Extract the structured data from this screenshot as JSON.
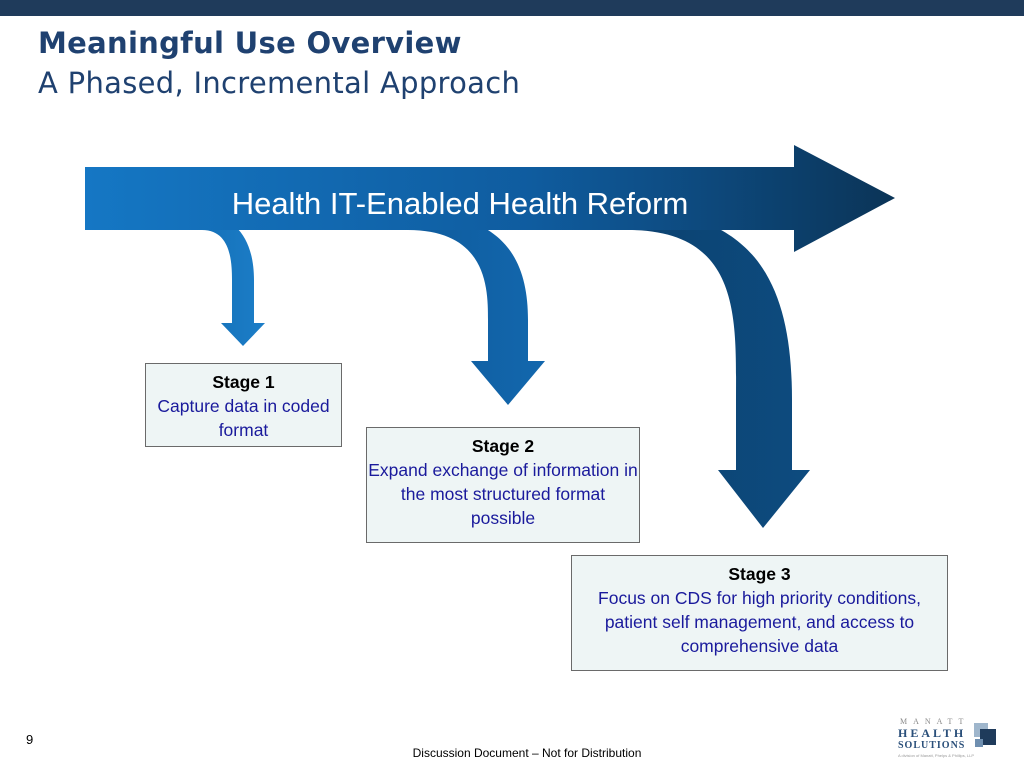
{
  "slide": {
    "title": "Meaningful Use Overview",
    "subtitle": "A Phased, Incremental Approach",
    "banner": "Health IT-Enabled Health Reform",
    "page_number": "9",
    "footer": "Discussion Document – Not for Distribution"
  },
  "stages": [
    {
      "name": "Stage 1",
      "description": "Capture data in coded format"
    },
    {
      "name": "Stage 2",
      "description": "Expand exchange of information in the most structured format possible"
    },
    {
      "name": "Stage 3",
      "description": "Focus on CDS for high priority conditions, patient self management, and access to comprehensive data"
    }
  ],
  "logo": {
    "line1": "MANATT",
    "line2": "HEALTH",
    "line3": "SOLUTIONS",
    "line4": "A division of Manatt, Phelps & Phillips, LLP"
  },
  "colors": {
    "topbar": "#1f3b5b",
    "title": "#1f4170",
    "arrow_light": "#1577c4",
    "arrow_dark": "#0d3458",
    "stage_fill": "#eef5f5",
    "stage_text": "#1a1a9c"
  }
}
